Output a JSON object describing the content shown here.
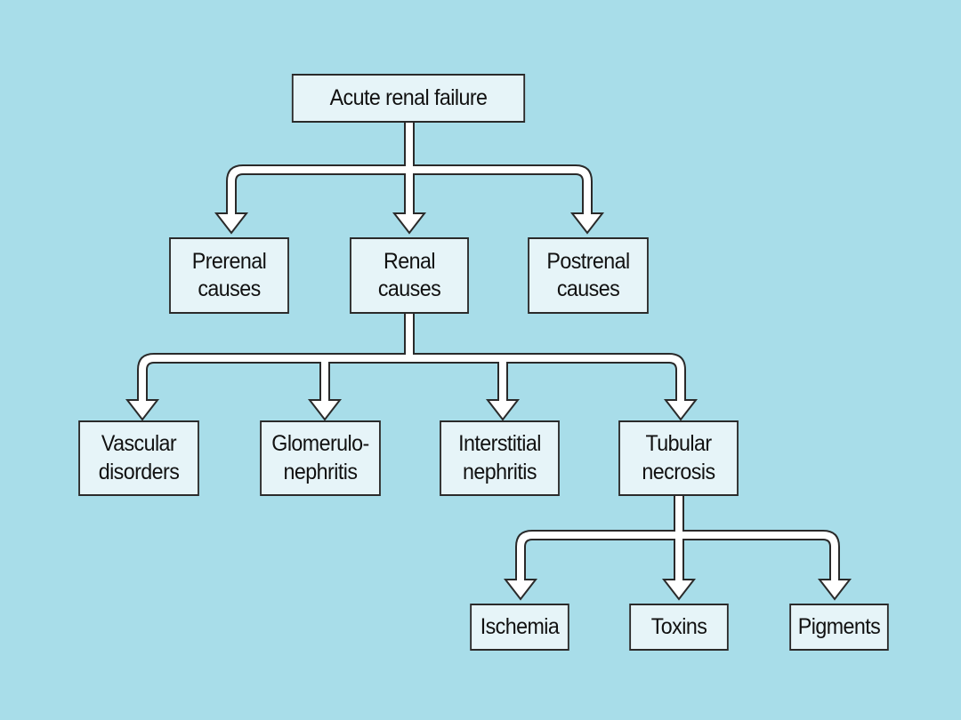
{
  "diagram": {
    "root": "Acute renal failure",
    "causes": {
      "prerenal": "Prerenal\ncauses",
      "renal": "Renal\ncauses",
      "postrenal": "Postrenal\ncauses"
    },
    "renal_causes": {
      "vascular": "Vascular\ndisorders",
      "glomerulonephritis": "Glomerulo-\nnephritis",
      "interstitial": "Interstitial\nnephritis",
      "tubular": "Tubular\nnecrosis"
    },
    "tubular_causes": {
      "ischemia": "Ischemia",
      "toxins": "Toxins",
      "pigments": "Pigments"
    }
  },
  "colors": {
    "background": "#a8dde9",
    "box_fill": "#e6f4f8",
    "border": "#2a2a2a",
    "arrow_fill": "#ffffff"
  }
}
